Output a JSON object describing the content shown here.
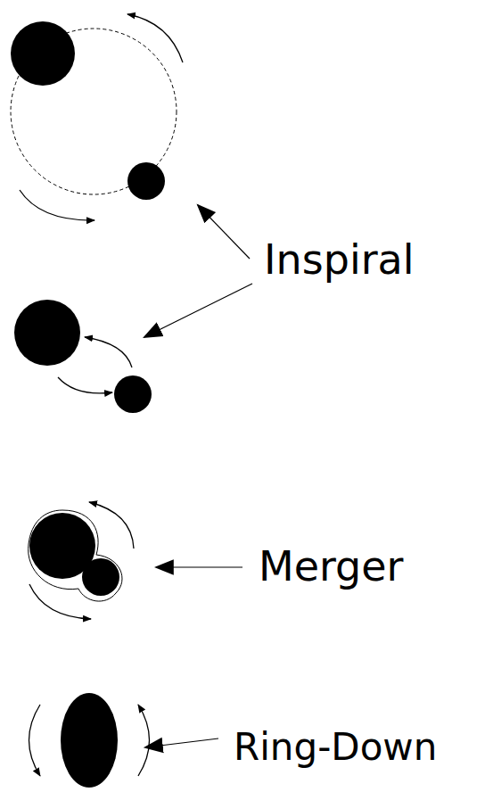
{
  "diagram": {
    "labels": [
      "Inspiral",
      "Merger",
      "Ring-Down"
    ]
  }
}
